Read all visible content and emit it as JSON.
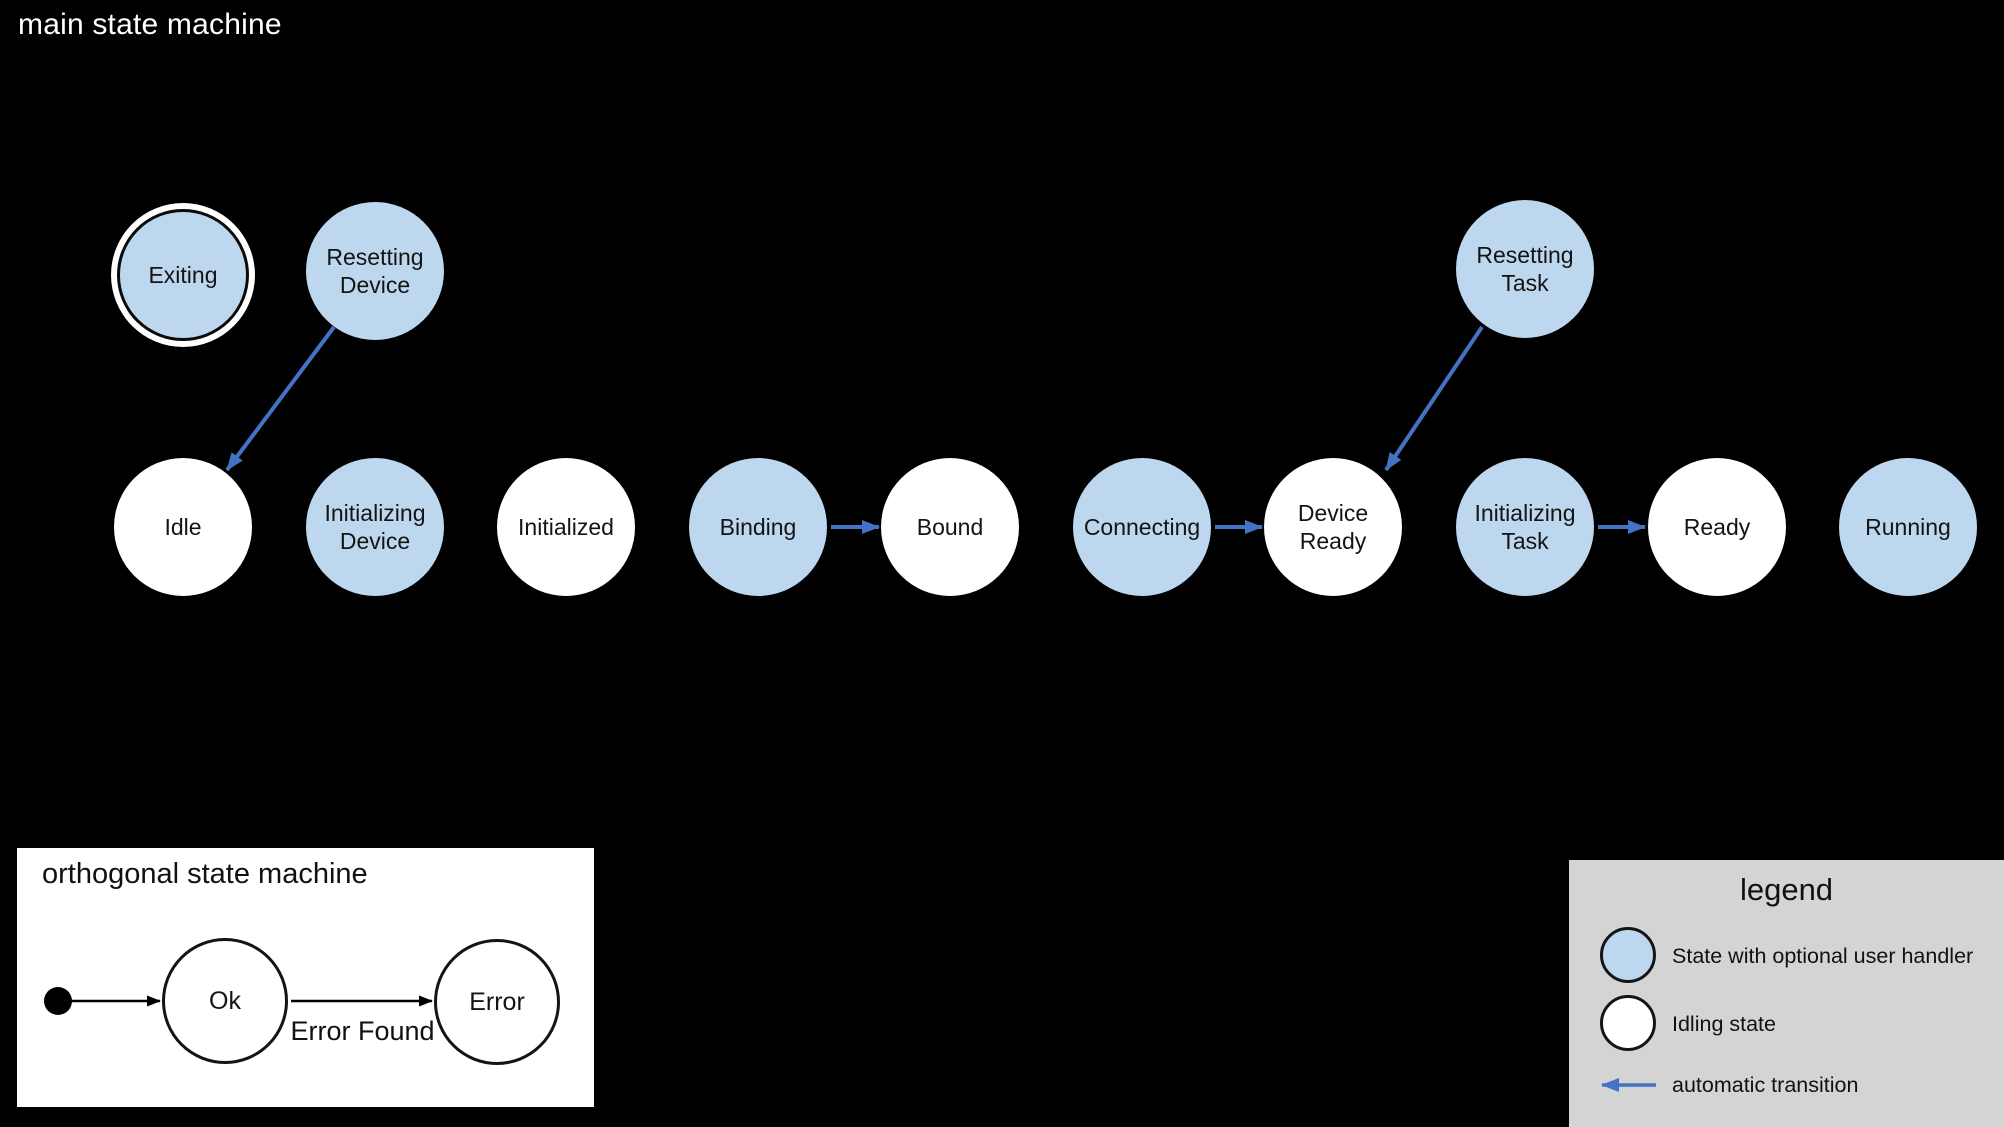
{
  "main": {
    "title": "main state machine",
    "states": {
      "exiting": "Exiting",
      "resetting_device": "Resetting Device",
      "idle": "Idle",
      "initializing_device": "Initializing Device",
      "initialized": "Initialized",
      "binding": "Binding",
      "bound": "Bound",
      "connecting": "Connecting",
      "device_ready": "Device Ready",
      "resetting_task": "Resetting Task",
      "initializing_task": "Initializing Task",
      "ready": "Ready",
      "running": "Running"
    },
    "transitions": [
      "Resetting Device -> Idle",
      "Binding -> Bound",
      "Connecting -> Device Ready",
      "Resetting Task -> Device Ready",
      "Initializing Task -> Ready"
    ]
  },
  "orthogonal": {
    "title": "orthogonal state machine",
    "states": {
      "ok": "Ok",
      "error": "Error"
    },
    "transition_label": "Error Found"
  },
  "legend": {
    "title": "legend",
    "items": {
      "user_handler": "State with optional user handler",
      "idling": "Idling state",
      "auto_transition": "automatic transition"
    }
  },
  "colors": {
    "canvas_background": "#000000",
    "state_user_handler_fill": "#bdd7ee",
    "idling_state_fill": "#ffffff",
    "automatic_transition_blue": "#4472c4",
    "legend_background": "#d4d4d4"
  }
}
